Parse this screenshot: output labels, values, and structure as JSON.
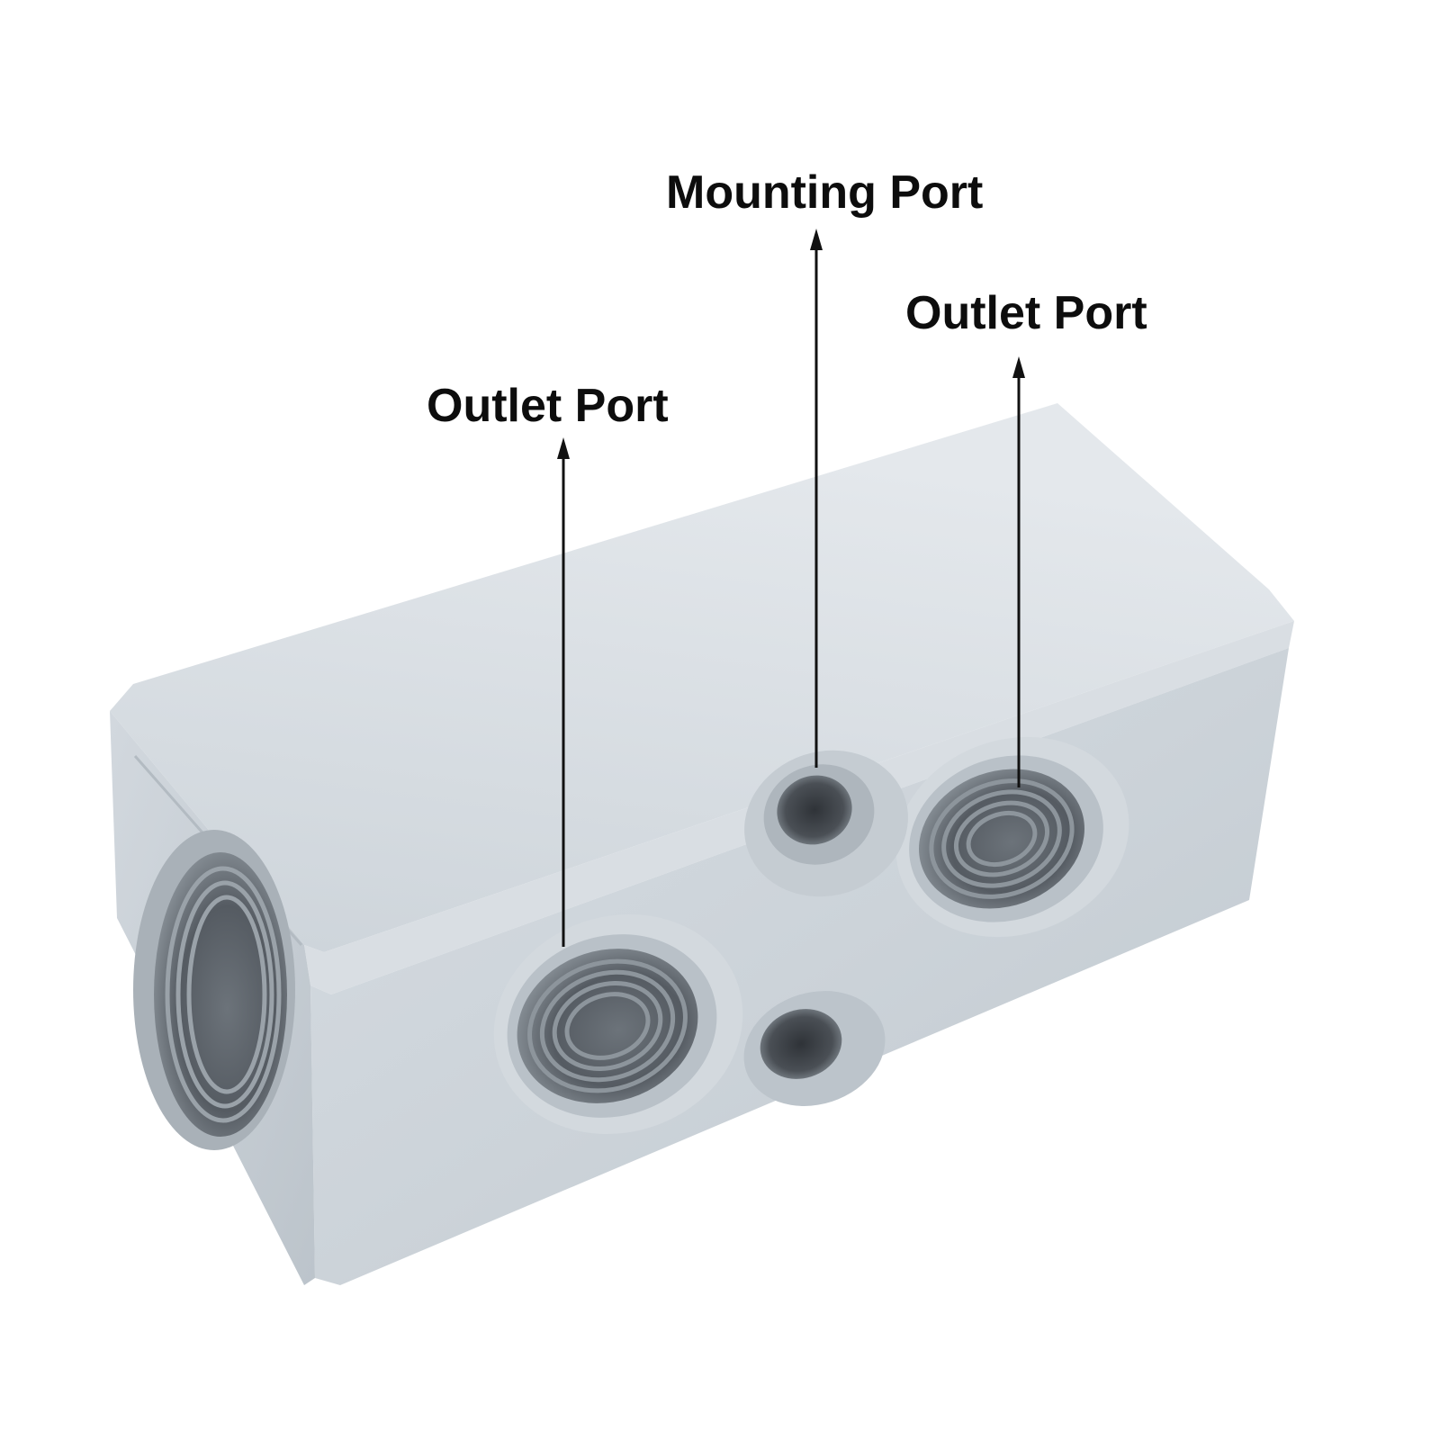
{
  "callouts": {
    "mounting_port": "Mounting Port",
    "outlet_port_right": "Outlet Port",
    "outlet_port_left": "Outlet Port"
  },
  "colors": {
    "background": "#ffffff",
    "aluminum_light": "#dde2e7",
    "aluminum_mid": "#c7ced5",
    "aluminum_dark": "#9aa3ac",
    "thread_dark": "#4a4f55",
    "label_text": "#0d0d0d",
    "arrow": "#111111"
  }
}
